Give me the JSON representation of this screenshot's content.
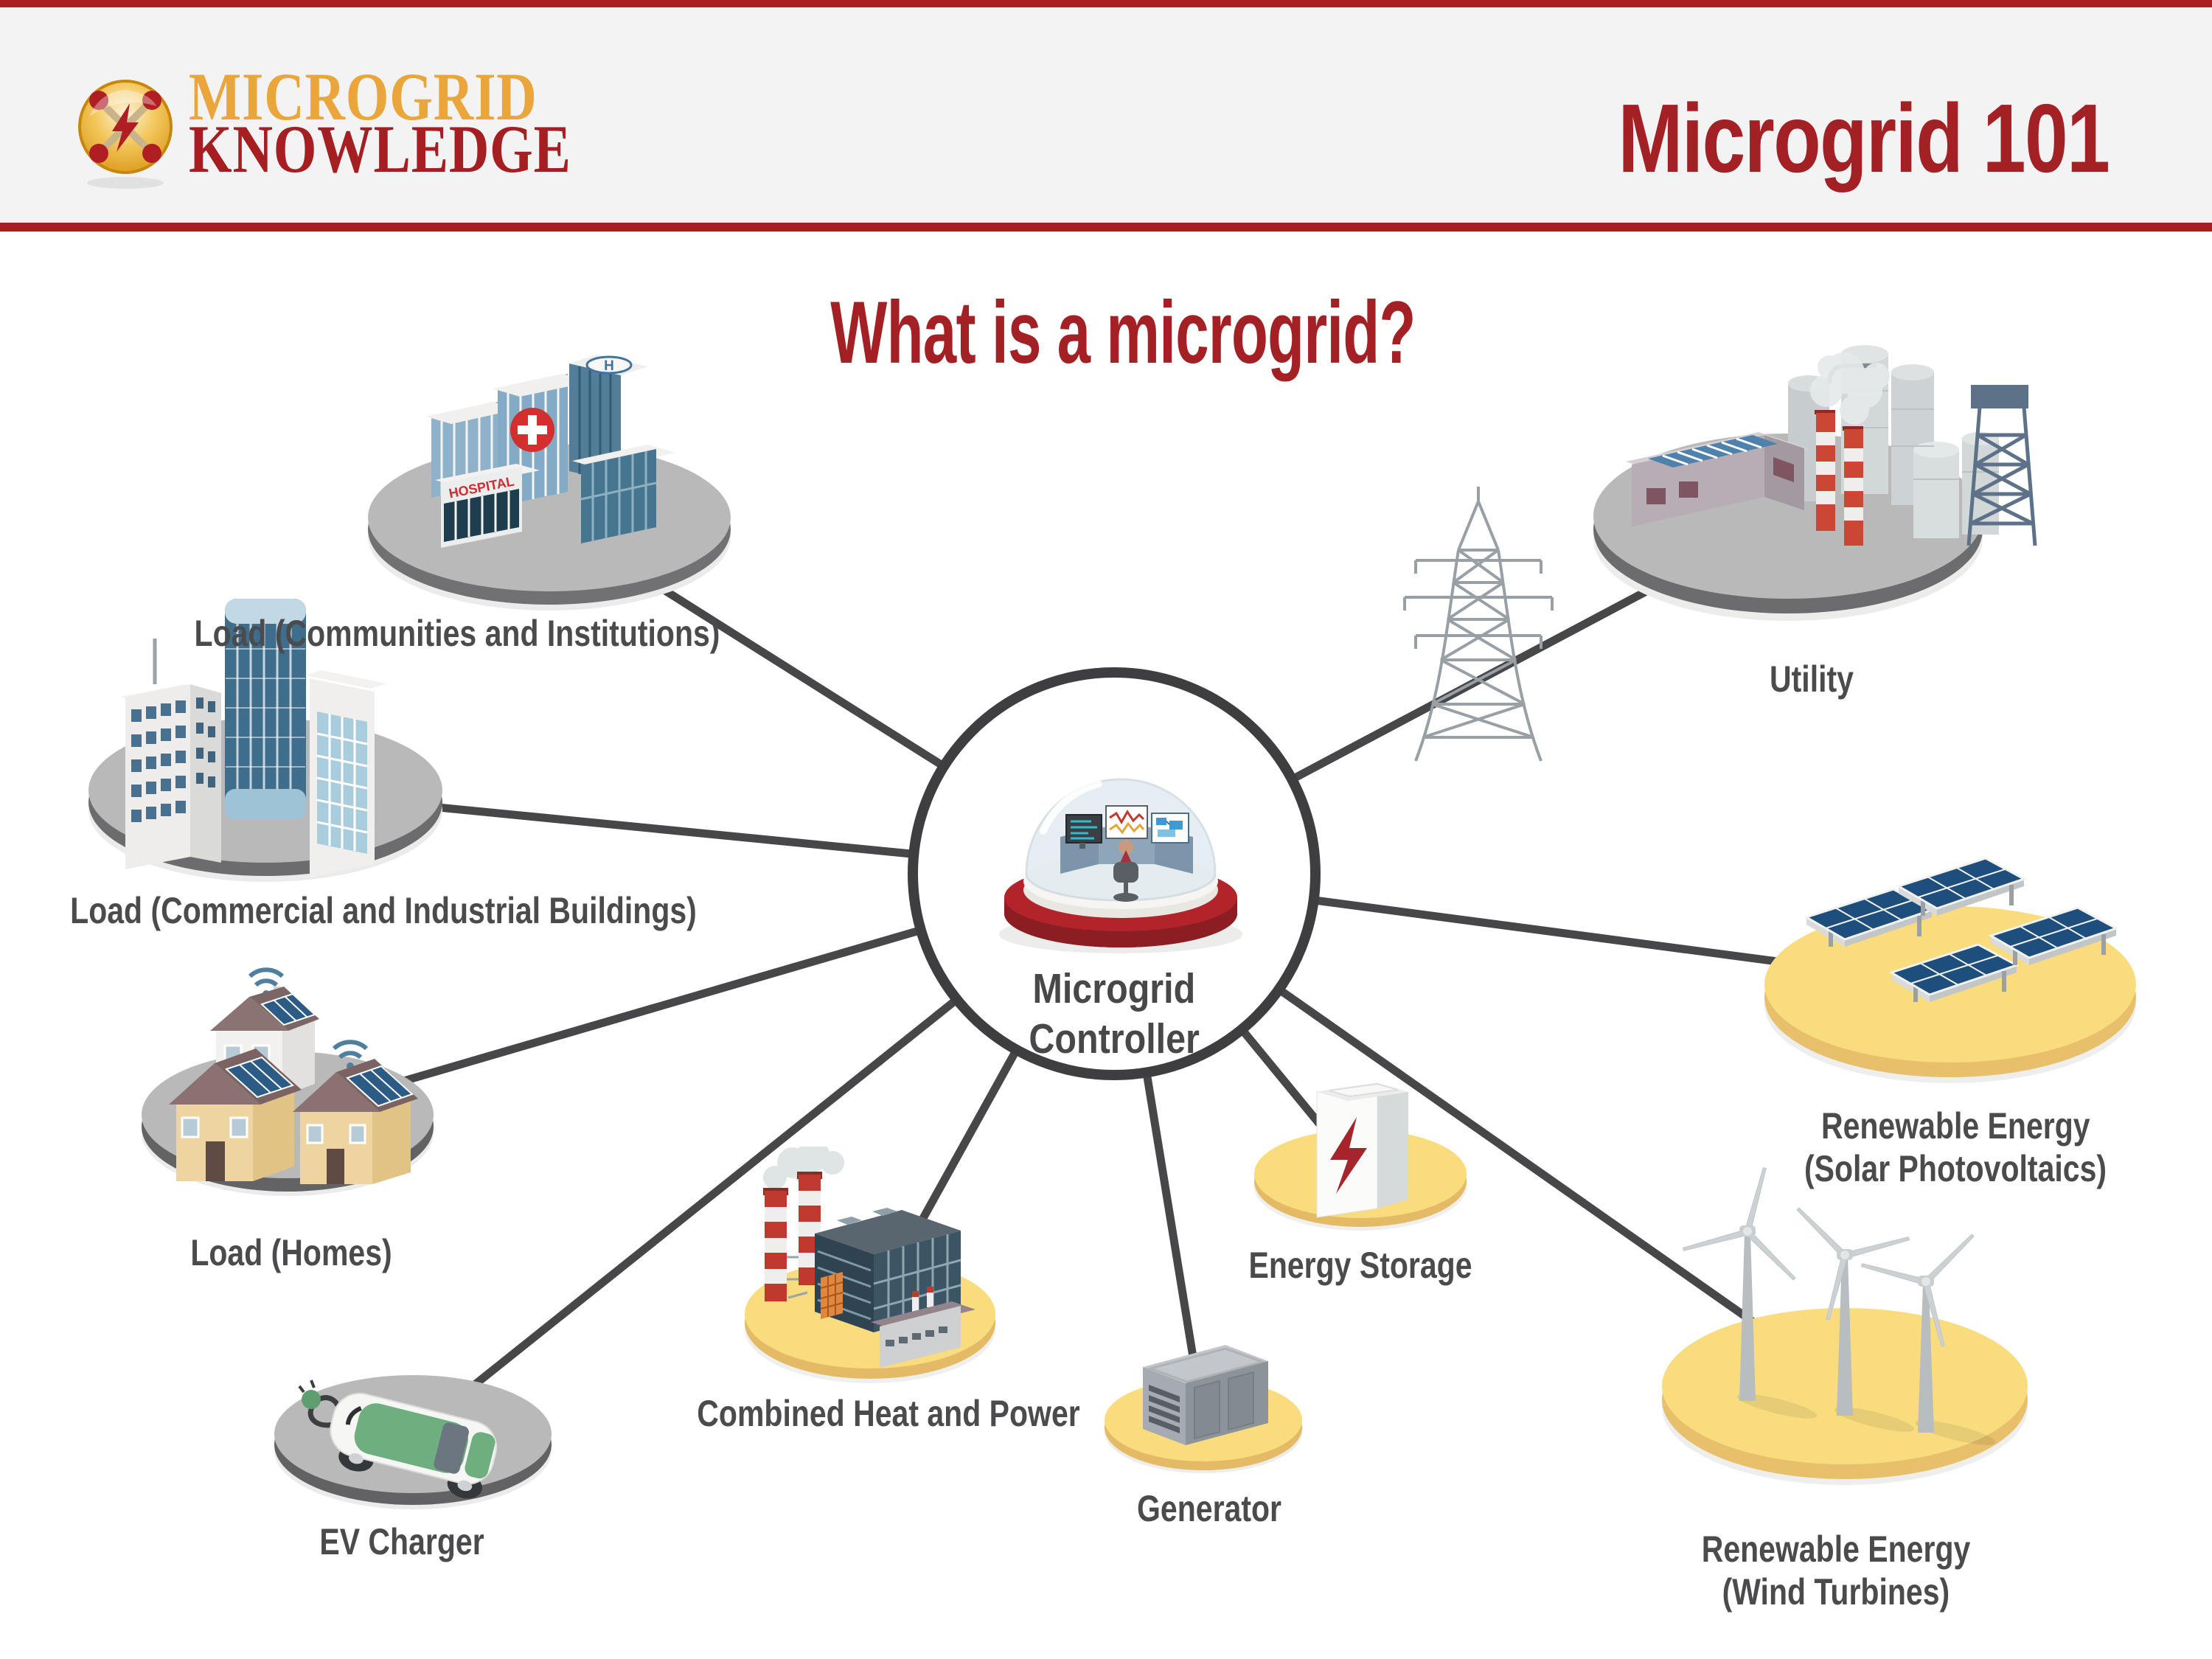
{
  "header": {
    "logo_line1": "MICROGRID",
    "logo_line2": "KNOWLEDGE",
    "title": "Microgrid 101"
  },
  "headline": "What is a microgrid?",
  "controller": {
    "line1": "Microgrid",
    "line2": "Controller"
  },
  "nodes": [
    {
      "id": "load-communities",
      "label": "Load (Communities and Institutions)",
      "platform": "gray",
      "sign": "HOSPITAL",
      "helipad": "H"
    },
    {
      "id": "load-commercial",
      "label": "Load (Commercial and Industrial Buildings)",
      "platform": "gray"
    },
    {
      "id": "load-homes",
      "label": "Load (Homes)",
      "platform": "gray"
    },
    {
      "id": "ev-charger",
      "label": "EV Charger",
      "platform": "gray"
    },
    {
      "id": "combined-heat-and-power",
      "label": "Combined Heat and Power",
      "platform": "yellow"
    },
    {
      "id": "generator",
      "label": "Generator",
      "platform": "yellow"
    },
    {
      "id": "energy-storage",
      "label": "Energy Storage",
      "platform": "yellow"
    },
    {
      "id": "renewable-wind",
      "label": "Renewable Energy",
      "label2": "(Wind Turbines)",
      "platform": "yellow"
    },
    {
      "id": "renewable-solar",
      "label": "Renewable Energy",
      "label2": "(Solar Photovoltaics)",
      "platform": "yellow"
    },
    {
      "id": "utility",
      "label": "Utility",
      "platform": "gray"
    }
  ],
  "colors": {
    "accent_red": "#a41e22",
    "logo_gold": "#eba63b",
    "label_gray": "#4b4b4d",
    "line_gray": "#47474a",
    "platform_gray": "#b9b9b9",
    "platform_yellow": "#f8dc7e",
    "solar_blue": "#1d4e7c",
    "car_green": "#6fae7e",
    "controller_base_red": "#b2242a"
  }
}
